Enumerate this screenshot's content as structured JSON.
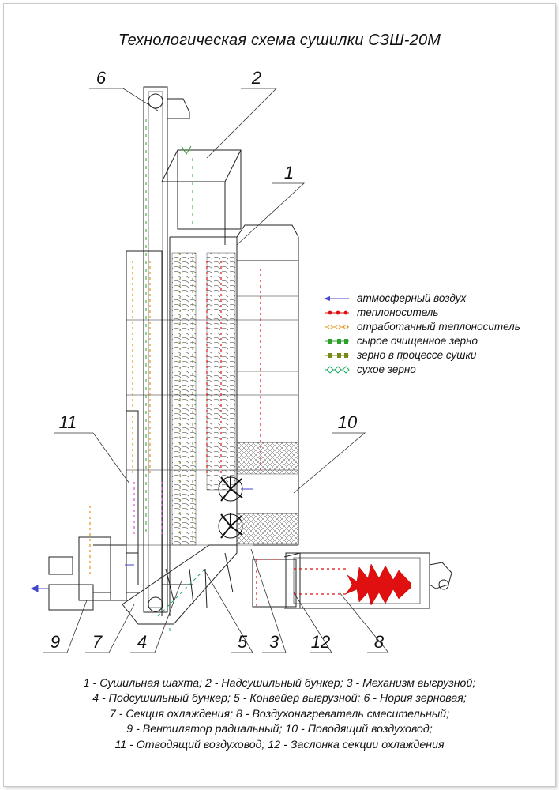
{
  "title": "Технологическая схема сушилки СЗШ-20М",
  "legend": [
    {
      "label": "атмосферный воздух",
      "color": "#4444cc",
      "icon": "thin-arrow"
    },
    {
      "label": "теплоноситель",
      "color": "#dd1111",
      "icon": "dot-arrow"
    },
    {
      "label": "отработанный теплоноситель",
      "color": "#e08a00",
      "icon": "open-dot-arrow"
    },
    {
      "label": "сырое очищенное зерно",
      "color": "#2ea02e",
      "icon": "square-arrow"
    },
    {
      "label": "зерно в процессе сушки",
      "color": "#7a8a1a",
      "icon": "square-arrow"
    },
    {
      "label": "сухое зерно",
      "color": "#22aa66",
      "icon": "diamond-chain"
    }
  ],
  "callouts": [
    "6",
    "2",
    "1",
    "11",
    "10",
    "9",
    "7",
    "4",
    "5",
    "3",
    "12",
    "8"
  ],
  "caption_lines": [
    "1 - Сушильная шахта; 2 - Надсушильный бункер; 3 - Механизм выгрузной;",
    "4 - Подсушильный бункер; 5 - Конвейер выгрузной; 6 - Нория зерновая;",
    "7 - Секция охлаждения; 8 - Воздухонагреватель смесительный;",
    "9 - Вентилятор радиальный; 10 - Поводящий воздуховод;",
    "11 - Отводящий воздуховод; 12 - Заслонка секции охлаждения"
  ]
}
